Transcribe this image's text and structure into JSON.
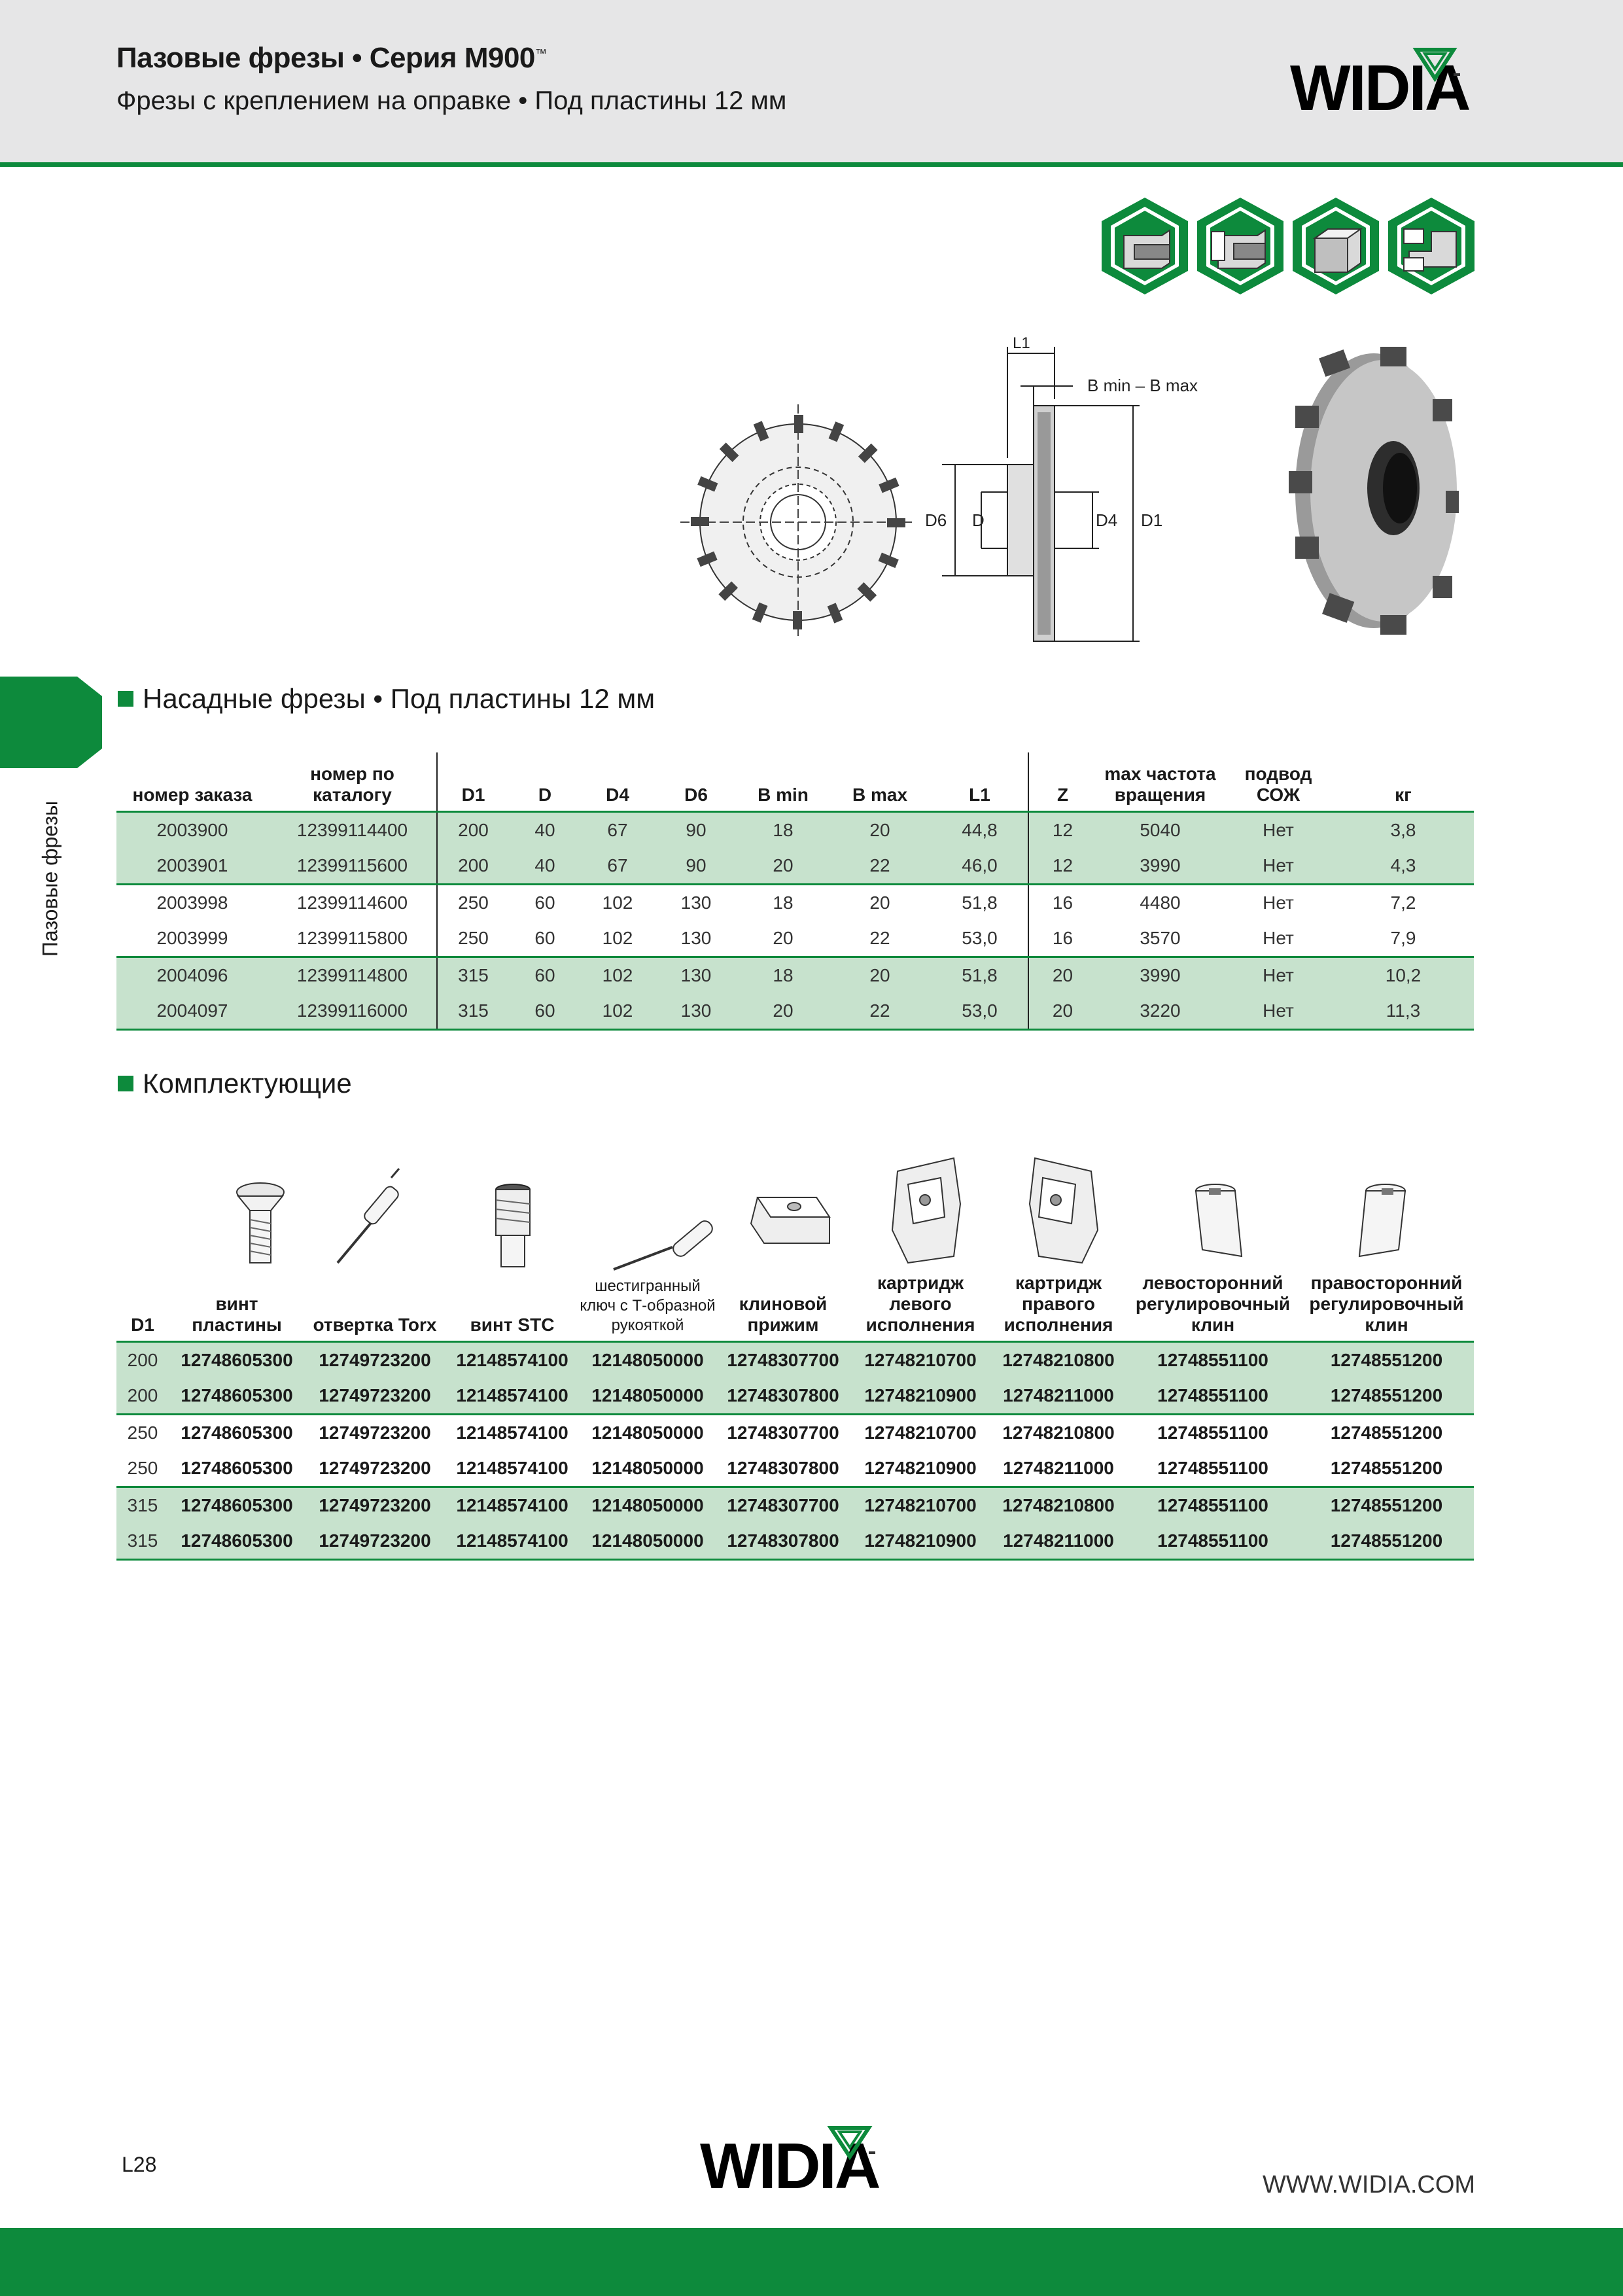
{
  "header": {
    "title": "Пазовые фрезы • Серия M900",
    "trademark": "™",
    "subtitle": "Фрезы с креплением на оправке • Под пластины 12 мм",
    "logo_text": "WIDIA"
  },
  "side_tab": {
    "label": "Пазовые фрезы"
  },
  "diagram": {
    "labels": {
      "l1": "L1",
      "b_range": "B min – B max",
      "d6": "D6",
      "d": "D",
      "d4": "D4",
      "d1": "D1"
    }
  },
  "section1": {
    "title": "Насадные фрезы • Под пластины 12 мм",
    "columns": [
      "номер заказа",
      "номер по каталогу",
      "D1",
      "D",
      "D4",
      "D6",
      "B min",
      "B max",
      "L1",
      "Z",
      "max частота вращения",
      "подвод СОЖ",
      "кг"
    ],
    "rows": [
      [
        "2003900",
        "12399114400",
        "200",
        "40",
        "67",
        "90",
        "18",
        "20",
        "44,8",
        "12",
        "5040",
        "Нет",
        "3,8"
      ],
      [
        "2003901",
        "12399115600",
        "200",
        "40",
        "67",
        "90",
        "20",
        "22",
        "46,0",
        "12",
        "3990",
        "Нет",
        "4,3"
      ],
      [
        "2003998",
        "12399114600",
        "250",
        "60",
        "102",
        "130",
        "18",
        "20",
        "51,8",
        "16",
        "4480",
        "Нет",
        "7,2"
      ],
      [
        "2003999",
        "12399115800",
        "250",
        "60",
        "102",
        "130",
        "20",
        "22",
        "53,0",
        "16",
        "3570",
        "Нет",
        "7,9"
      ],
      [
        "2004096",
        "12399114800",
        "315",
        "60",
        "102",
        "130",
        "18",
        "20",
        "51,8",
        "20",
        "3990",
        "Нет",
        "10,2"
      ],
      [
        "2004097",
        "12399116000",
        "315",
        "60",
        "102",
        "130",
        "20",
        "22",
        "53,0",
        "20",
        "3220",
        "Нет",
        "11,3"
      ]
    ]
  },
  "section2": {
    "title": "Комплектующие",
    "columns": [
      "D1",
      "винт пластины",
      "отвертка Torx",
      "винт STC",
      "шестигранный ключ с Т-образной рукояткой",
      "клиновой прижим",
      "картридж левого исполнения",
      "картридж правого исполнения",
      "левосторонний регулировочный клин",
      "правосторонний регулировочный клин"
    ],
    "rows": [
      [
        "200",
        "12748605300",
        "12749723200",
        "12148574100",
        "12148050000",
        "12748307700",
        "12748210700",
        "12748210800",
        "12748551100",
        "12748551200"
      ],
      [
        "200",
        "12748605300",
        "12749723200",
        "12148574100",
        "12148050000",
        "12748307800",
        "12748210900",
        "12748211000",
        "12748551100",
        "12748551200"
      ],
      [
        "250",
        "12748605300",
        "12749723200",
        "12148574100",
        "12148050000",
        "12748307700",
        "12748210700",
        "12748210800",
        "12748551100",
        "12748551200"
      ],
      [
        "250",
        "12748605300",
        "12749723200",
        "12148574100",
        "12148050000",
        "12748307800",
        "12748210900",
        "12748211000",
        "12748551100",
        "12748551200"
      ],
      [
        "315",
        "12748605300",
        "12749723200",
        "12148574100",
        "12148050000",
        "12748307700",
        "12748210700",
        "12748210800",
        "12748551100",
        "12748551200"
      ],
      [
        "315",
        "12748605300",
        "12749723200",
        "12148574100",
        "12148050000",
        "12748307800",
        "12748210900",
        "12748211000",
        "12748551100",
        "12748551200"
      ]
    ]
  },
  "footer": {
    "page_number": "L28",
    "website": "WWW.WIDIA.COM",
    "logo_text": "WIDIA"
  },
  "colors": {
    "brand_green": "#0d8a3c",
    "row_highlight": "#c7e2cd",
    "header_bg": "#e6e6e7"
  }
}
